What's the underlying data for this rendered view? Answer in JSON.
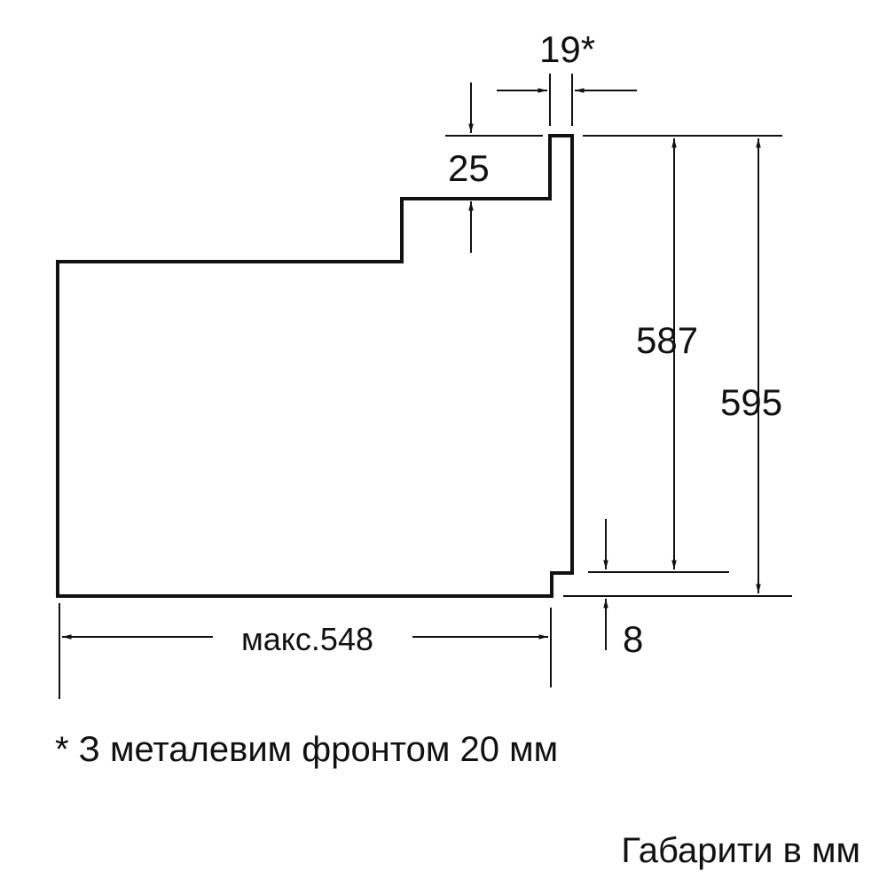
{
  "dimensions": {
    "front_thickness": "19*",
    "top_step": "25",
    "inner_height": "587",
    "total_height": "595",
    "bottom_gap": "8",
    "depth": "макс.548"
  },
  "footnote": "* З металевим фронтом 20 мм",
  "units_note": "Габарити в мм",
  "colors": {
    "line": "#111111",
    "background": "#ffffff"
  }
}
